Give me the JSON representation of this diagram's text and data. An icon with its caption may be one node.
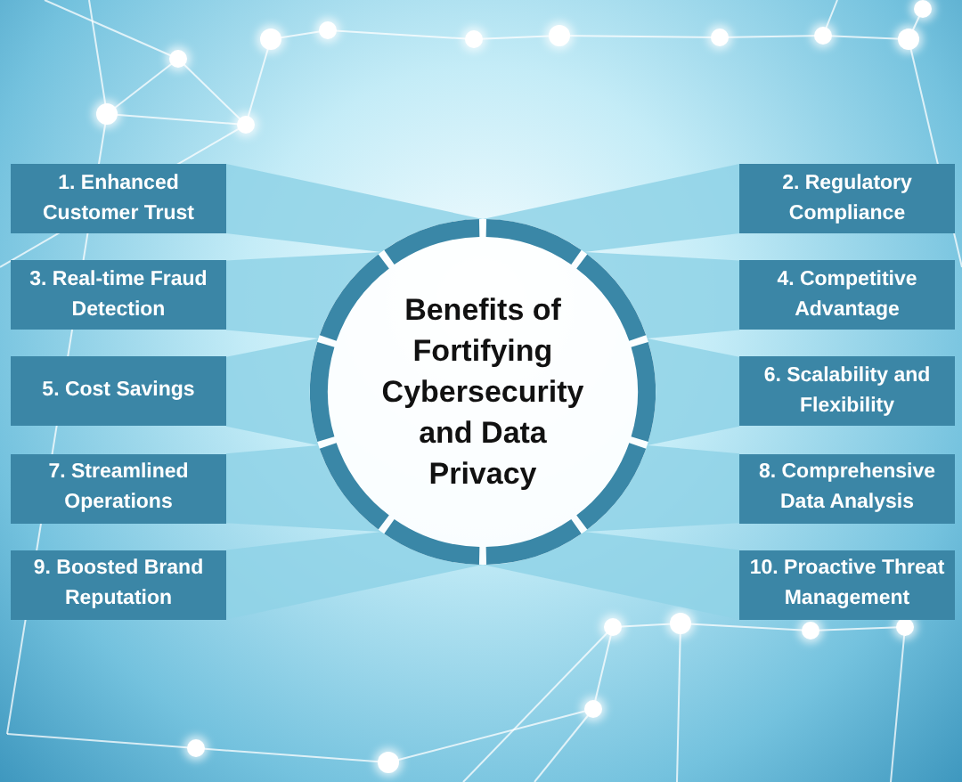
{
  "diagram": {
    "nodes": [
      {
        "text": [
          "Benefits of Fortifying Cybersecurity and Data Privacy"
        ]
      },
      {
        "text": [
          "1. Enhanced Customer Trust"
        ]
      },
      {
        "text": [
          "2. Regulatory Compliance"
        ]
      },
      {
        "text": [
          "3. Real-time Fraud Detection"
        ]
      },
      {
        "text": [
          "4. Competitive Advantage"
        ]
      },
      {
        "text": [
          "5. Cost Savings"
        ]
      },
      {
        "text": [
          "6. Scalability and Flexibility"
        ]
      },
      {
        "text": [
          "7. Streamlined Operations"
        ]
      },
      {
        "text": [
          "8. Comprehensive Data Analysis"
        ]
      },
      {
        "text": [
          "9. Boosted Brand Reputation"
        ]
      },
      {
        "text": [
          "10. Proactive Threat Management"
        ]
      }
    ],
    "edges": [
      {
        "from": 0,
        "to": 1,
        "arrow": "none"
      },
      {
        "from": 0,
        "to": 2,
        "arrow": "none"
      },
      {
        "from": 0,
        "to": 3,
        "arrow": "none"
      },
      {
        "from": 0,
        "to": 4,
        "arrow": "none"
      },
      {
        "from": 0,
        "to": 5,
        "arrow": "none"
      },
      {
        "from": 0,
        "to": 6,
        "arrow": "none"
      },
      {
        "from": 0,
        "to": 7,
        "arrow": "none"
      },
      {
        "from": 0,
        "to": 8,
        "arrow": "none"
      },
      {
        "from": 0,
        "to": 9,
        "arrow": "none"
      },
      {
        "from": 0,
        "to": 10,
        "arrow": "none"
      }
    ]
  }
}
